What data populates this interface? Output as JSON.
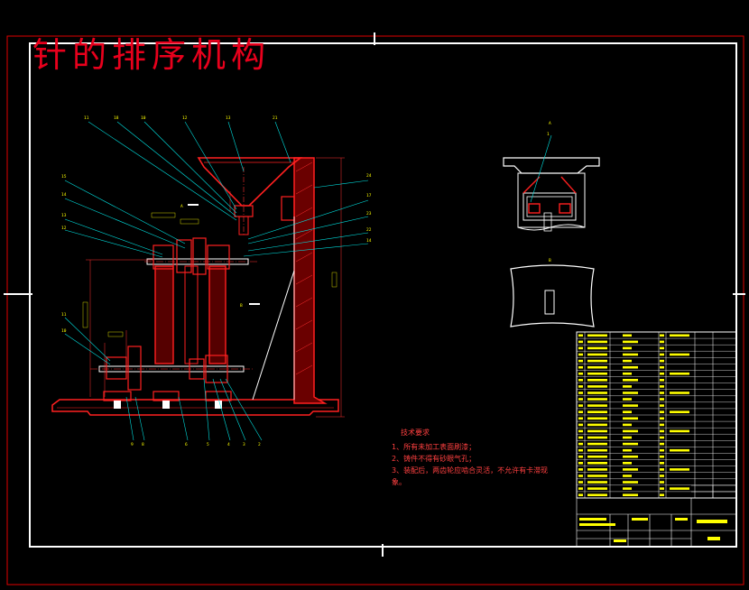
{
  "drawing": {
    "title": "针的排序机构",
    "view_labels": {
      "view_a": "A",
      "view_b": "B"
    },
    "technical_requirements": {
      "heading": "技术要求",
      "lines": [
        "1、所有未加工表面刷漆；",
        "2、铸件不得有砂眼气孔；",
        "3、装配后，两齿轮应啮合灵活，不允许有卡滞现",
        "象。"
      ]
    },
    "colors": {
      "background": "#000000",
      "frame": "#ff0000",
      "border": "#ffffff",
      "part": "#ff2020",
      "centerline": "#ff3030",
      "leader": "#00ffff",
      "text": "#ffff00"
    }
  }
}
